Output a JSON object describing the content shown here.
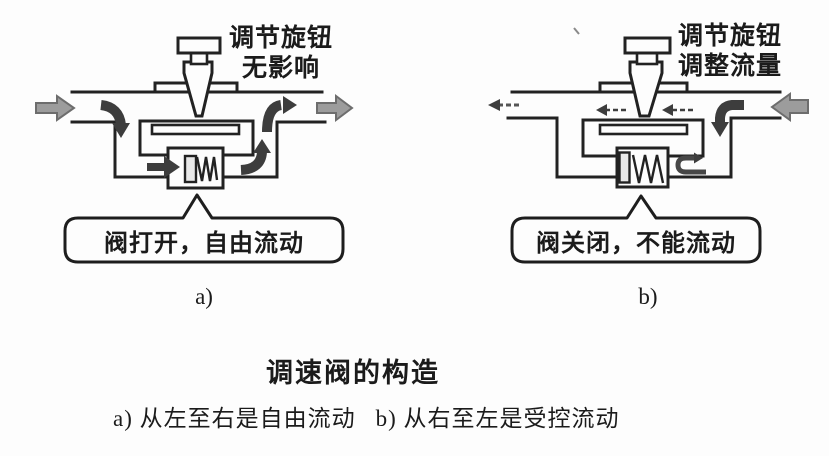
{
  "figure": {
    "title": "调速阀的构造",
    "caption": {
      "part_a": "a) 从左至右是自由流动",
      "part_b": "b) 从右至左是受控流动"
    },
    "diagram_a": {
      "knob_line1": "调节旋钮",
      "knob_line2": "无影响",
      "callout": "阀打开，自由流动",
      "panel_label": "a)"
    },
    "diagram_b": {
      "knob_line1": "调节旋钮",
      "knob_line2": "调整流量",
      "callout": "阀关闭，不能流动",
      "panel_label": "b)"
    },
    "colors": {
      "line": "#222222",
      "dark_arrow": "#3d3d3d",
      "gray_arrow_fill": "#9c9c9c",
      "gray_arrow_stroke": "#6d6d6d",
      "background": "#fdfdfd"
    }
  }
}
